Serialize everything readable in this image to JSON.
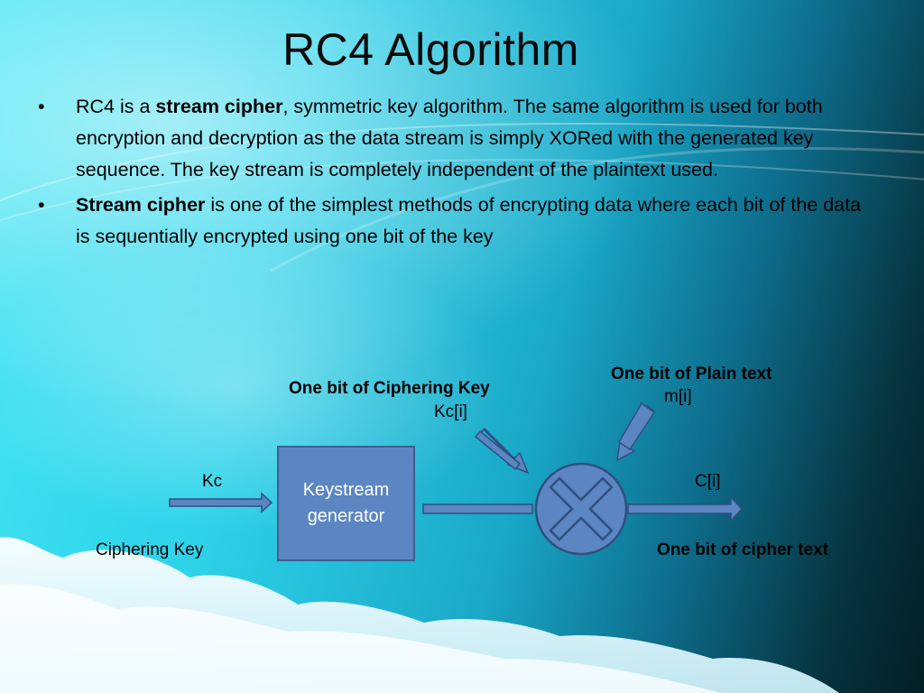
{
  "slide": {
    "title": "RC4 Algorithm",
    "bullets": [
      {
        "marker": "•",
        "lead": "RC4 is a ",
        "bold": "stream cipher",
        "rest": ", symmetric key algorithm. The same algorithm is used for both encryption and decryption as the data stream is simply XORed with the generated key sequence. The key stream is completely independent of the plaintext used."
      },
      {
        "marker": "•",
        "lead": "",
        "bold": "Stream cipher",
        "rest": " is one of the simplest methods of encrypting data where each bit of the data is sequentially encrypted using one bit of the key"
      }
    ]
  },
  "diagram": {
    "input_key_symbol": "Kc",
    "input_key_caption": "Ciphering Key",
    "generator_label": "Keystream generator",
    "keystream_caption": "One bit of Ciphering Key",
    "keystream_symbol": "Kc[i]",
    "plaintext_caption": "One bit of Plain text",
    "plaintext_symbol": "m[i]",
    "output_symbol": "C[i]",
    "output_caption": "One bit of cipher text",
    "xor_symbol": "xor-icon",
    "colors": {
      "box_fill": "#5b86c2",
      "arrow_fill": "#5b86c2",
      "arrow_stroke": "#2f4f7f",
      "xor_fill": "#5b86c2"
    }
  }
}
